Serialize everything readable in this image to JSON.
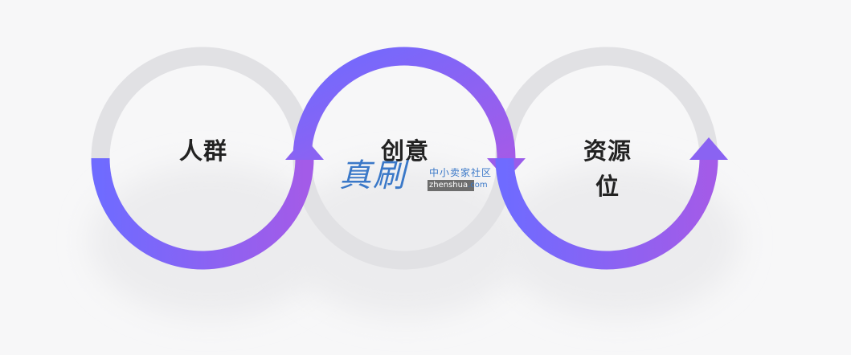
{
  "diagram": {
    "steps": [
      {
        "label": "人群"
      },
      {
        "label": "创意"
      },
      {
        "label": "资源\n位"
      }
    ]
  },
  "watermark": {
    "big_text": "真刷",
    "small_text": "中小卖家社区",
    "url_text": "zhenshua",
    "url_suffix": ".com"
  },
  "colors": {
    "background": "#f7f7f8",
    "ring_gray": "#e1e1e4",
    "accent_start": "#6f6bff",
    "accent_end": "#a35be8",
    "label_text": "#222222",
    "watermark_blue": "#3a78c8"
  }
}
